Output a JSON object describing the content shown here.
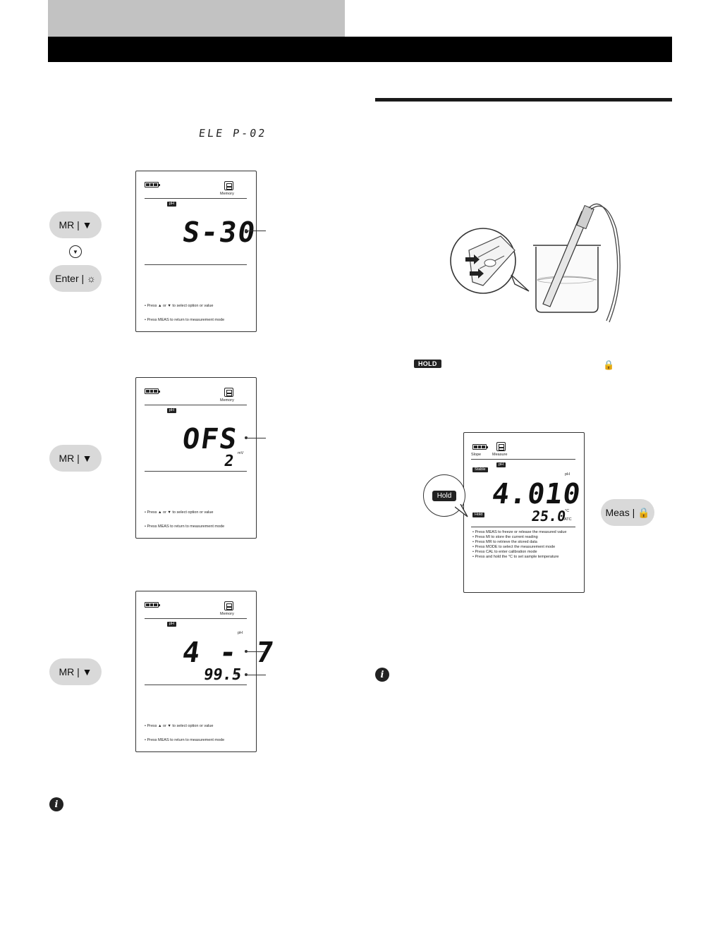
{
  "top_left": {
    "display_code": "ELE P-02"
  },
  "buttons": {
    "mr_label": "MR | ▼",
    "enter_label": "Enter | ☼",
    "meas_label": "Meas | 🔒"
  },
  "screen_common": {
    "memory": "Memory",
    "ph_tag": "pH",
    "hint_select": "• Press ▲ or ▼ to select option or value",
    "hint_meas": "• Press MEAS to return to measurement mode"
  },
  "screen1": {
    "main": "S-30"
  },
  "screen2": {
    "main": "OFS",
    "secondary": "2",
    "unit": "mV"
  },
  "screen3": {
    "main": "4 - 7",
    "secondary": "99.5",
    "unit_top": "pH",
    "unit_bottom": "%"
  },
  "hold_row": {
    "badge": "HOLD",
    "lock": "🔒"
  },
  "meter_screen": {
    "slope": "Slope",
    "measure": "Measure",
    "stable": "Stable",
    "ph_tag": "pH",
    "unit": "pH",
    "main": "4.010",
    "temp": "25.0",
    "temp_unit": "°C",
    "atc": "ATC",
    "hold_tag": "Hold",
    "hints": [
      "• Press MEAS to freeze or release the measured value",
      "• Press MI to store the current reading",
      "• Press MR to retrieve the stored data",
      "• Press MODE to select the measurement mode",
      "• Press CAL to enter calibration mode",
      "• Press and hold the °C to set sample temperature"
    ]
  },
  "hold_bubble_label": "Hold",
  "info_icon_letter": "i",
  "colors": {
    "header_gray": "#c2c2c2",
    "header_black": "#000000",
    "button_gray": "#d9d9d9"
  }
}
